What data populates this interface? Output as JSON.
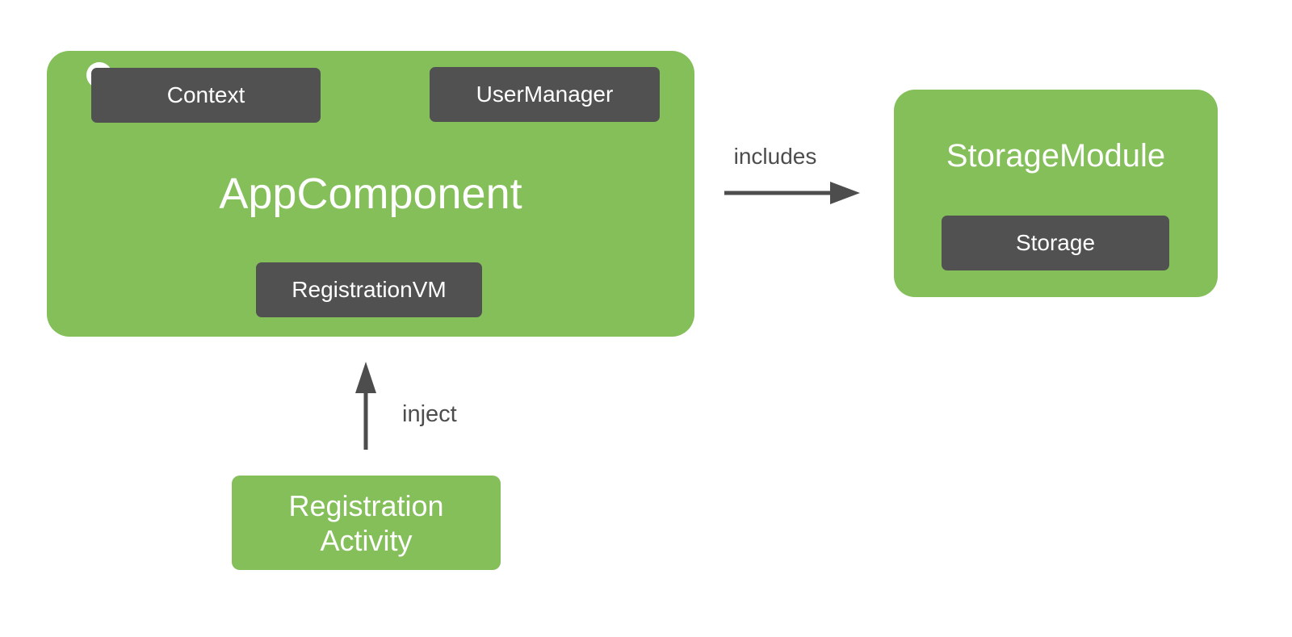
{
  "colors": {
    "background": "#FFFFFF",
    "node_green": "#84BF5A",
    "chip_gray": "#515151",
    "arrow_gray": "#4D4D4D",
    "text_white": "#FFFFFF"
  },
  "nodes": {
    "app_component": {
      "label": "AppComponent"
    },
    "context": {
      "label": "Context"
    },
    "user_manager": {
      "label": "UserManager"
    },
    "registration_vm": {
      "label": "RegistrationVM"
    },
    "storage_module": {
      "label": "StorageModule"
    },
    "storage": {
      "label": "Storage"
    },
    "registration_activity": {
      "label": "Registration Activity"
    }
  },
  "edges": {
    "includes": {
      "label": "includes",
      "from": "app_component",
      "to": "storage_module"
    },
    "inject": {
      "label": "inject",
      "from": "registration_activity",
      "to": "app_component"
    }
  }
}
